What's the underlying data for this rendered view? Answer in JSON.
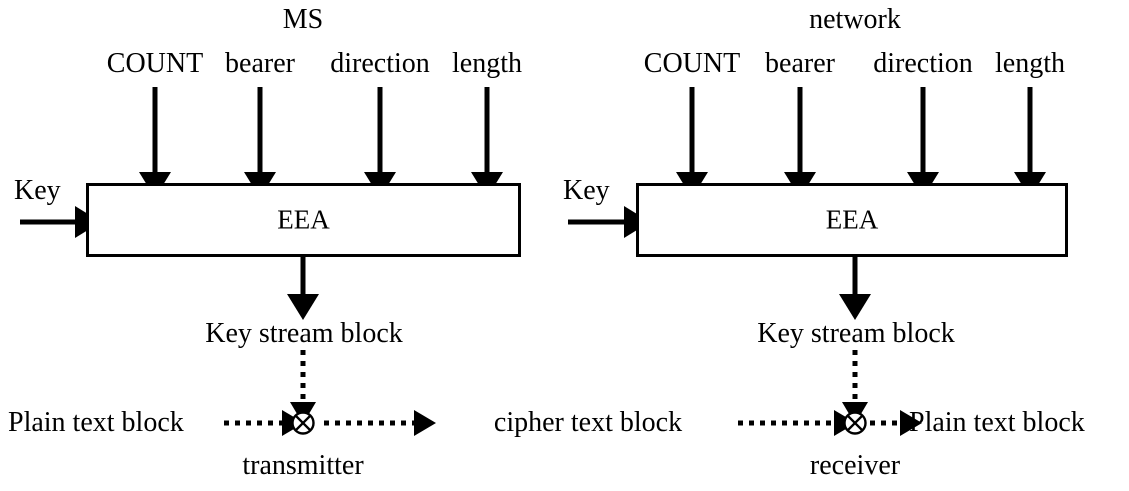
{
  "diagram": {
    "title_left": "MS",
    "title_right": "network",
    "panels": [
      {
        "id": "transmitter",
        "role_label": "transmitter",
        "side_title": "MS",
        "key_label": "Key",
        "box_label": "EEA",
        "inputs": [
          "COUNT",
          "bearer",
          "direction",
          "length"
        ],
        "keystream_label": "Key stream block",
        "input_data_label": "Plain text block",
        "output_data_label": "cipher text block",
        "xor_symbol": "⊗"
      },
      {
        "id": "receiver",
        "role_label": "receiver",
        "side_title": "network",
        "key_label": "Key",
        "box_label": "EEA",
        "inputs": [
          "COUNT",
          "bearer",
          "direction",
          "length"
        ],
        "keystream_label": "Key stream block",
        "input_data_label": "cipher text block",
        "output_data_label": "Plain text block",
        "xor_symbol": "⊗"
      }
    ],
    "middle_label": "cipher text block",
    "colors": {
      "stroke": "#000000",
      "background": "#ffffff"
    }
  }
}
